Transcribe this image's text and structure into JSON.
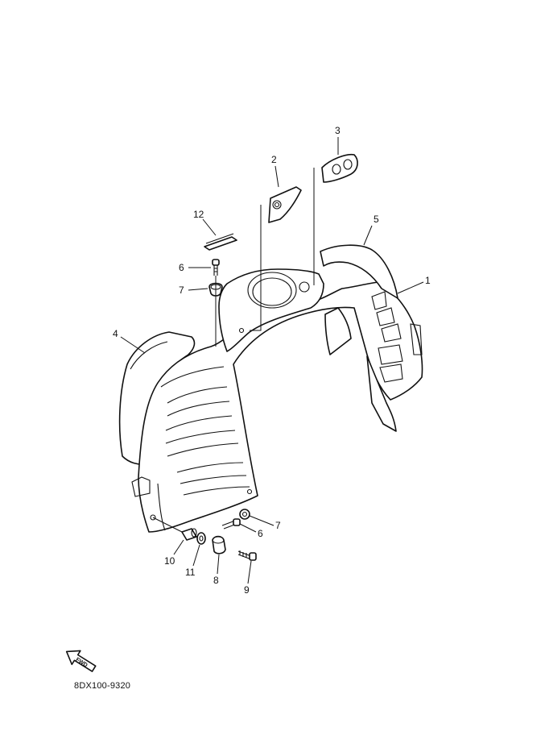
{
  "callouts": [
    {
      "id": "c1",
      "text": "1"
    },
    {
      "id": "c2",
      "text": "2"
    },
    {
      "id": "c3",
      "text": "3"
    },
    {
      "id": "c4",
      "text": "4"
    },
    {
      "id": "c5",
      "text": "5"
    },
    {
      "id": "c6a",
      "text": "6"
    },
    {
      "id": "c6b",
      "text": "6"
    },
    {
      "id": "c7a",
      "text": "7"
    },
    {
      "id": "c7b",
      "text": "7"
    },
    {
      "id": "c8",
      "text": "8"
    },
    {
      "id": "c9",
      "text": "9"
    },
    {
      "id": "c10",
      "text": "10"
    },
    {
      "id": "c11",
      "text": "11"
    },
    {
      "id": "c12",
      "text": "12"
    }
  ],
  "fwd_label": "FWD",
  "diagram_code": "8DX100-9320"
}
